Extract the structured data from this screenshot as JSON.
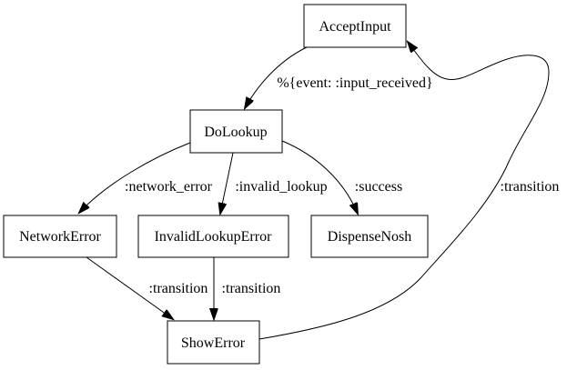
{
  "diagram": {
    "type": "state-machine-graph",
    "colors": {
      "background": "#ffffff",
      "node_fill": "#ffffff",
      "node_border": "#000000",
      "edge": "#000000",
      "text": "#000000"
    },
    "nodes": [
      {
        "label": "AcceptInput"
      },
      {
        "label": "DoLookup"
      },
      {
        "label": "NetworkError"
      },
      {
        "label": "InvalidLookupError"
      },
      {
        "label": "DispenseNosh"
      },
      {
        "label": "ShowError"
      }
    ],
    "edges": [
      {
        "from": "AcceptInput",
        "to": "DoLookup",
        "label": "%{event: :input_received}"
      },
      {
        "from": "DoLookup",
        "to": "NetworkError",
        "label": ":network_error"
      },
      {
        "from": "DoLookup",
        "to": "InvalidLookupError",
        "label": ":invalid_lookup"
      },
      {
        "from": "DoLookup",
        "to": "DispenseNosh",
        "label": ":success"
      },
      {
        "from": "NetworkError",
        "to": "ShowError",
        "label": ":transition"
      },
      {
        "from": "InvalidLookupError",
        "to": "ShowError",
        "label": ":transition"
      },
      {
        "from": "ShowError",
        "to": "AcceptInput",
        "label": ":transition"
      }
    ]
  }
}
